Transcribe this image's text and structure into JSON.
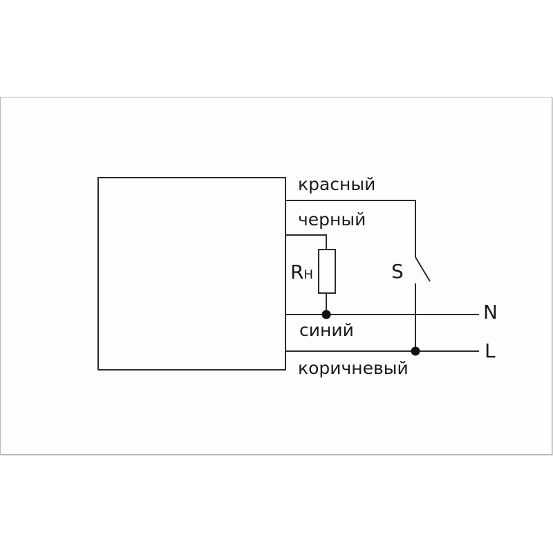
{
  "diagram": {
    "type": "wiring-diagram",
    "colors": {
      "line": "#2b2b2b",
      "frame_border": "#b5b5b5",
      "background": "#ffffff"
    },
    "wires": [
      {
        "id": "red",
        "label": "красный"
      },
      {
        "id": "black",
        "label": "черный"
      },
      {
        "id": "blue",
        "label": "синий"
      },
      {
        "id": "brown",
        "label": "коричневый"
      }
    ],
    "load": {
      "symbol": "R",
      "subscript": "H"
    },
    "switch": {
      "label": "S"
    },
    "terminals": {
      "neutral": "N",
      "line": "L"
    }
  }
}
